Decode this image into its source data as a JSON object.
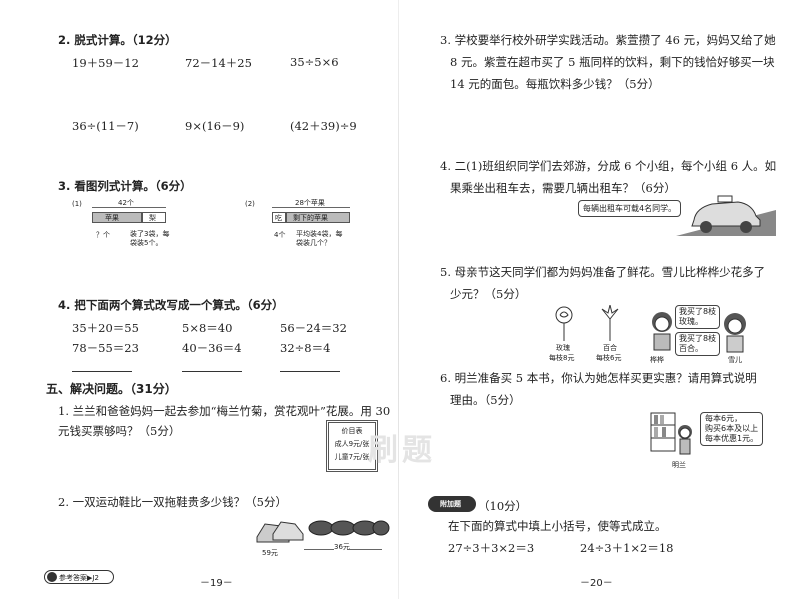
{
  "left": {
    "q2": {
      "title": "2. 脱式计算。（12分）",
      "row1": [
        "19＋59－12",
        "72－14＋25",
        "35÷5×6"
      ],
      "row2": [
        "36÷(11－7)",
        "9×(16－9)",
        "(42＋39)÷9"
      ]
    },
    "q3": {
      "title": "3. 看图列式计算。（6分）",
      "a": {
        "num": "(1)",
        "total": "42个",
        "bar1": "苹果",
        "bar2": "梨",
        "q": "？个",
        "note": "装了3袋，每袋装5个。"
      },
      "b": {
        "num": "(2)",
        "total": "28个苹果",
        "bar1": "吃",
        "bar2": "剩下的苹果",
        "q": "4个",
        "note": "平均装4袋，每袋装几个？"
      }
    },
    "q4": {
      "title": "4. 把下面两个算式改写成一个算式。（6分）",
      "row1": [
        "35＋20＝55",
        "5×8＝40",
        "56－24＝32"
      ],
      "row2": [
        "78－55＝23",
        "40－36＝4",
        "32÷8＝4"
      ]
    },
    "section5": {
      "title": "五、解决问题。（31分）"
    },
    "p1": {
      "line1": "1. 兰兰和爸爸妈妈一起去参加“梅兰竹菊，赏花观叶”花展。用 30",
      "line2": "元钱买票够吗？（5分）",
      "ticket": [
        "价目表",
        "成人9元/张",
        "儿童7元/张"
      ]
    },
    "p2": {
      "title": "2. 一双运动鞋比一双拖鞋贵多少钱？（5分）",
      "price1": "59元",
      "price2": "36元"
    },
    "footer": {
      "answer": "参考答案▶J2",
      "page": "－19－"
    }
  },
  "right": {
    "p3": {
      "line1": "3. 学校要举行校外研学实践活动。紫萱攒了 46 元，妈妈又给了她",
      "line2": "8 元。紫萱在超市买了 5 瓶同样的饮料，剩下的钱恰好够买一块",
      "line3": "14 元的面包。每瓶饮料多少钱？（5分）"
    },
    "p4": {
      "line1": "4. 二(1)班组织同学们去郊游，分成 6 个小组，每个小组 6 人。如",
      "line2": "果乘坐出租车去，需要几辆出租车？（6分）",
      "bubble": "每辆出租车可载4名同学。"
    },
    "p5": {
      "line1": "5. 母亲节这天同学们都为妈妈准备了鲜花。雪儿比桦桦少花多了",
      "line2": "少元？（5分）",
      "flower1": "玫瑰",
      "flower1_price": "每枝8元",
      "flower2": "百合",
      "flower2_price": "每枝6元",
      "kid1_bubble": [
        "我买了8枝",
        "玫瑰。"
      ],
      "kid2_bubble": [
        "我买了8枝",
        "百合。"
      ],
      "kid1": "桦桦",
      "kid2": "雪儿"
    },
    "p6": {
      "line1": "6. 明兰准备买 5 本书，你认为她怎样买更实惠？请用算式说明",
      "line2": "理由。（5分）",
      "bubble": [
        "每本6元，",
        "购买6本及以上",
        "每本优惠1元。"
      ],
      "kid": "明兰"
    },
    "extra": {
      "label": "附加题",
      "score": "（10分）",
      "instruction": "在下面的算式中填上小括号，使等式成立。",
      "eq1": "27÷3＋3×2＝3",
      "eq2": "24÷3＋1×2＝18"
    },
    "watermark": "刷题",
    "footer": {
      "page": "－20－"
    }
  }
}
